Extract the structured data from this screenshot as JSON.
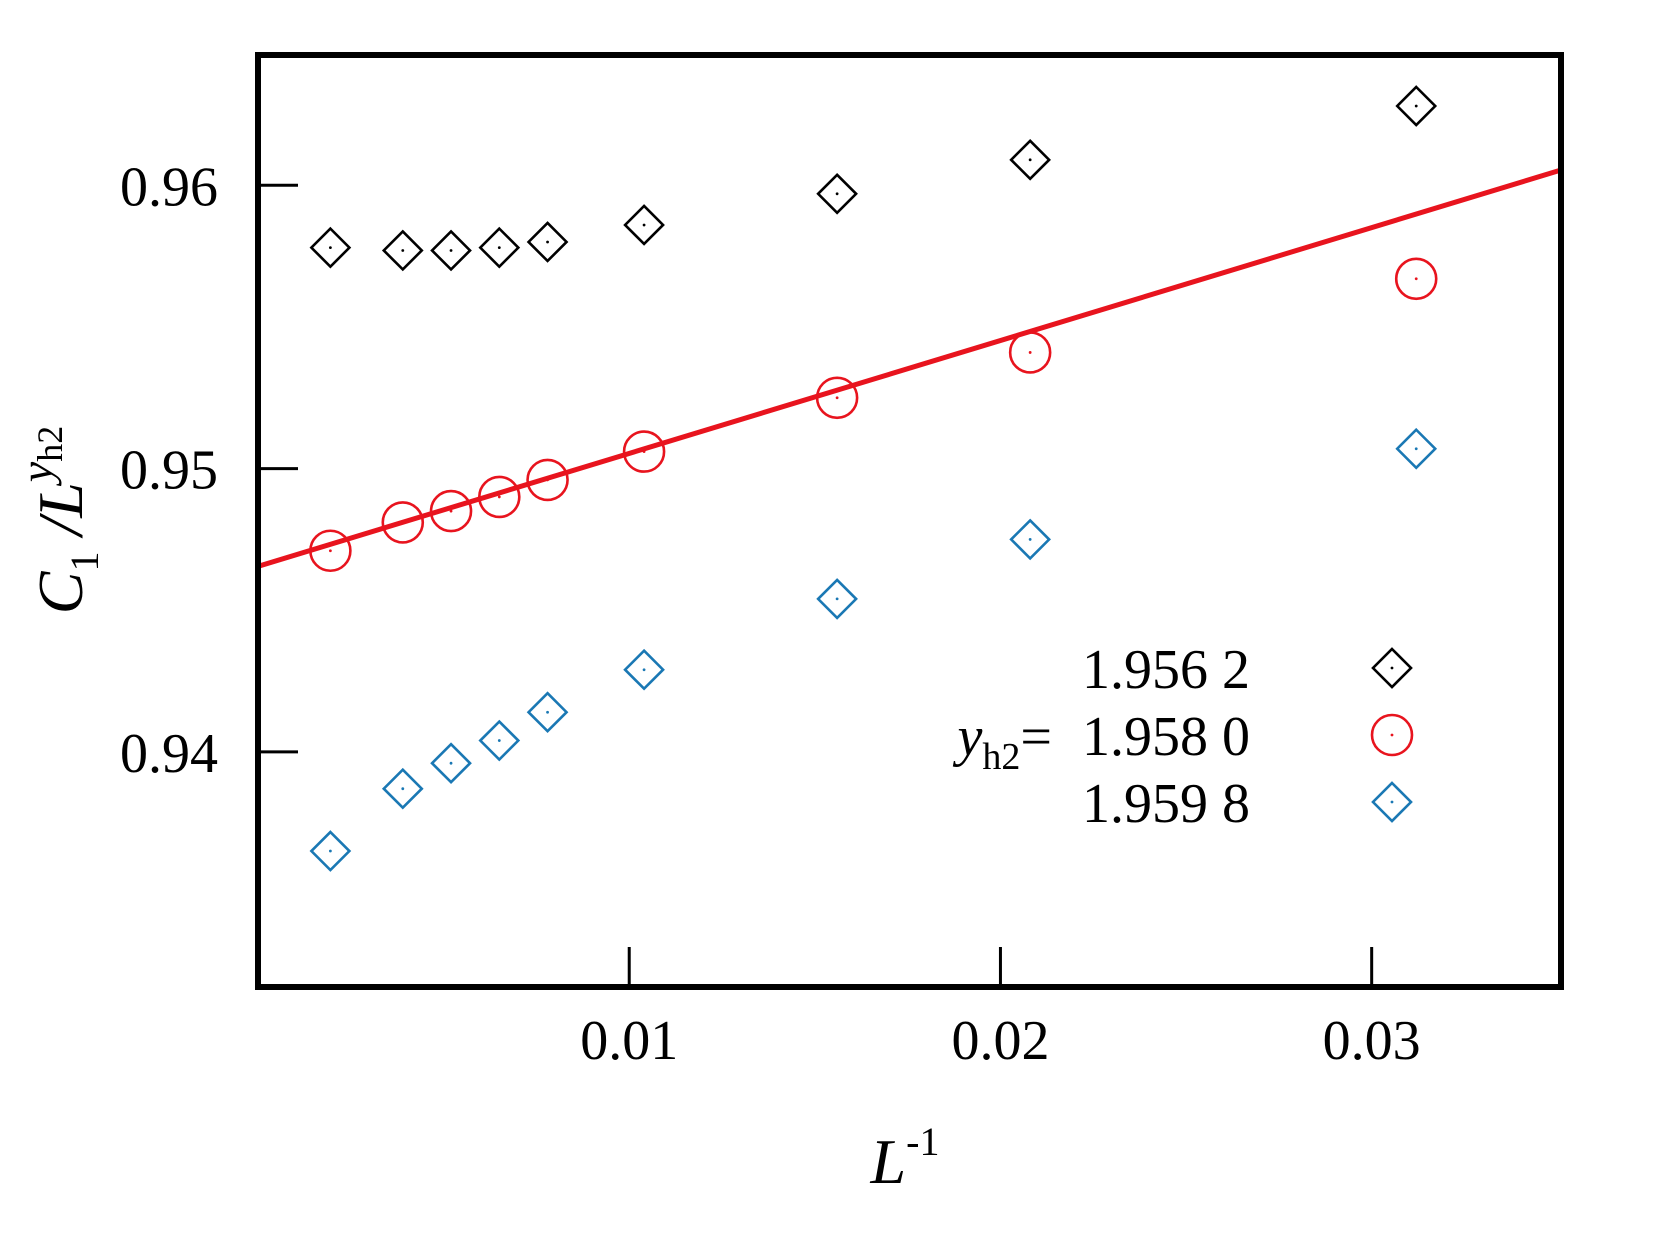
{
  "chart_data": {
    "type": "scatter",
    "xlabel": {
      "main": "L",
      "sup": "-1"
    },
    "ylabel": {
      "c": "C",
      "c_sub": "1",
      "slash": " /L",
      "sup": "y",
      "sup_sub": "h2"
    },
    "xlim": [
      0,
      0.0351
    ],
    "ylim": [
      0.9317,
      0.9646
    ],
    "xticks": [
      0.01,
      0.02,
      0.03
    ],
    "xtick_labels": [
      "0.01",
      "0.02",
      "0.03"
    ],
    "yticks": [
      0.94,
      0.95,
      0.96
    ],
    "ytick_labels": [
      "0.94",
      "0.95",
      "0.96"
    ],
    "grid": false,
    "legend_position": "right",
    "legend_prefix": {
      "main": "y",
      "sub": "h2",
      "eq": "="
    },
    "series": [
      {
        "name": "1.956 2",
        "marker": "diamond",
        "color": "#000000",
        "x": [
          0.00195,
          0.0039,
          0.0052,
          0.0065,
          0.0078,
          0.0104,
          0.0156,
          0.0208,
          0.0312
        ],
        "y": [
          0.9578,
          0.9577,
          0.9577,
          0.9578,
          0.958,
          0.9586,
          0.9597,
          0.9609,
          0.9628
        ]
      },
      {
        "name": "1.958 0",
        "marker": "circle",
        "color": "#e8141e",
        "x": [
          0.00195,
          0.0039,
          0.0052,
          0.0065,
          0.0078,
          0.0104,
          0.0156,
          0.0208,
          0.0312
        ],
        "y": [
          0.9471,
          0.9481,
          0.9485,
          0.949,
          0.9496,
          0.9506,
          0.9525,
          0.9541,
          0.9567
        ]
      },
      {
        "name": "1.959 8",
        "marker": "diamond",
        "color": "#1a78b4",
        "x": [
          0.00195,
          0.0039,
          0.0052,
          0.0065,
          0.0078,
          0.0104,
          0.0156,
          0.0208,
          0.0312
        ],
        "y": [
          0.9365,
          0.9387,
          0.9396,
          0.9404,
          0.9414,
          0.9429,
          0.9454,
          0.9475,
          0.9507
        ]
      }
    ],
    "fit_line": {
      "color": "#e8141e",
      "x": [
        0,
        0.0351
      ],
      "y": [
        0.94655,
        0.96054
      ]
    }
  }
}
